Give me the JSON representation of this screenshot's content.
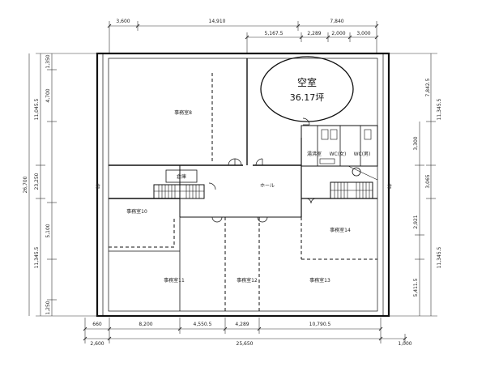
{
  "vacancy": {
    "label": "空室",
    "area": "36.17坪"
  },
  "rooms": {
    "office_8": "事務室8",
    "office_10": "事務室10",
    "office_11": "事務室11",
    "office_12": "事務室12",
    "office_13": "事務室13",
    "office_14": "事務室14",
    "hall": "ホール",
    "storage": "倉庫",
    "water_room": "湯沸室",
    "wc_female": "WC(女)",
    "wc_male": "WC(男)",
    "east_label": "倉",
    "west_label": "倉"
  },
  "dimensions": {
    "top_row1": [
      "3,600",
      "14,910",
      "7,840"
    ],
    "top_row2": [
      "5,167.5",
      "2,289",
      "2,000",
      "3,000"
    ],
    "bottom_row1": [
      "660",
      "8,200",
      "4,550.5",
      "4,289",
      "10,790.5"
    ],
    "bottom_row2": [
      "2,600",
      "25,650",
      "1,000"
    ],
    "left_outer": [
      "11,045.5",
      "23,250",
      "11,345.5"
    ],
    "left_total": "26,700",
    "left_inner": [
      "1,350",
      "4,700",
      "5,100",
      "1,250"
    ],
    "right_outer": [
      "7,842.5",
      "11,345.5",
      "3,065",
      "11,345.5"
    ],
    "right_inner": [
      "3,300",
      "2,921",
      "5,411.5"
    ]
  }
}
